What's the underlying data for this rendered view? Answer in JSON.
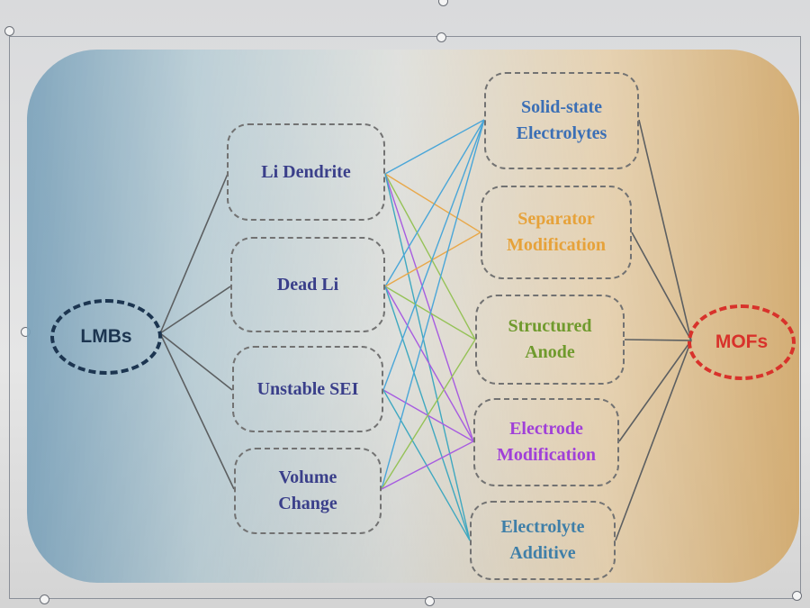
{
  "diagram": {
    "root": {
      "label": "LMBs",
      "color": "#1c3550"
    },
    "target": {
      "label": "MOFs",
      "color": "#d8322b"
    },
    "challenges": [
      {
        "id": "li-dendrite",
        "label": "Li Dendrite",
        "color": "#3a3f8a"
      },
      {
        "id": "dead-li",
        "label": "Dead Li",
        "color": "#3a3f8a"
      },
      {
        "id": "unstable-sei",
        "label": "Unstable SEI",
        "color": "#3a3f8a"
      },
      {
        "id": "volume-change",
        "label": "Volume\nChange",
        "color": "#3a3f8a"
      }
    ],
    "strategies": [
      {
        "id": "solid-state-electrolytes",
        "label": "Solid-state\nElectrolytes",
        "color": "#3b6fb5"
      },
      {
        "id": "separator-modification",
        "label": "Separator\nModification",
        "color": "#e6a23a"
      },
      {
        "id": "structured-anode",
        "label": "Structured\nAnode",
        "color": "#6f9a2d"
      },
      {
        "id": "electrode-modification",
        "label": "Electrode\nModification",
        "color": "#a040d8"
      },
      {
        "id": "electrolyte-additive",
        "label": "Electrolyte\nAdditive",
        "color": "#3f7fa8"
      }
    ],
    "link_colors": [
      "#4aa6d8",
      "#e8a84a",
      "#95c257",
      "#a75ce0",
      "#3fa8c0"
    ],
    "links": [
      [
        0,
        0
      ],
      [
        0,
        1
      ],
      [
        0,
        2
      ],
      [
        0,
        3
      ],
      [
        0,
        4
      ],
      [
        1,
        0
      ],
      [
        1,
        1
      ],
      [
        1,
        2
      ],
      [
        1,
        3
      ],
      [
        1,
        4
      ],
      [
        2,
        0
      ],
      [
        2,
        3
      ],
      [
        2,
        4
      ],
      [
        3,
        0
      ],
      [
        3,
        2
      ],
      [
        3,
        3
      ]
    ]
  }
}
